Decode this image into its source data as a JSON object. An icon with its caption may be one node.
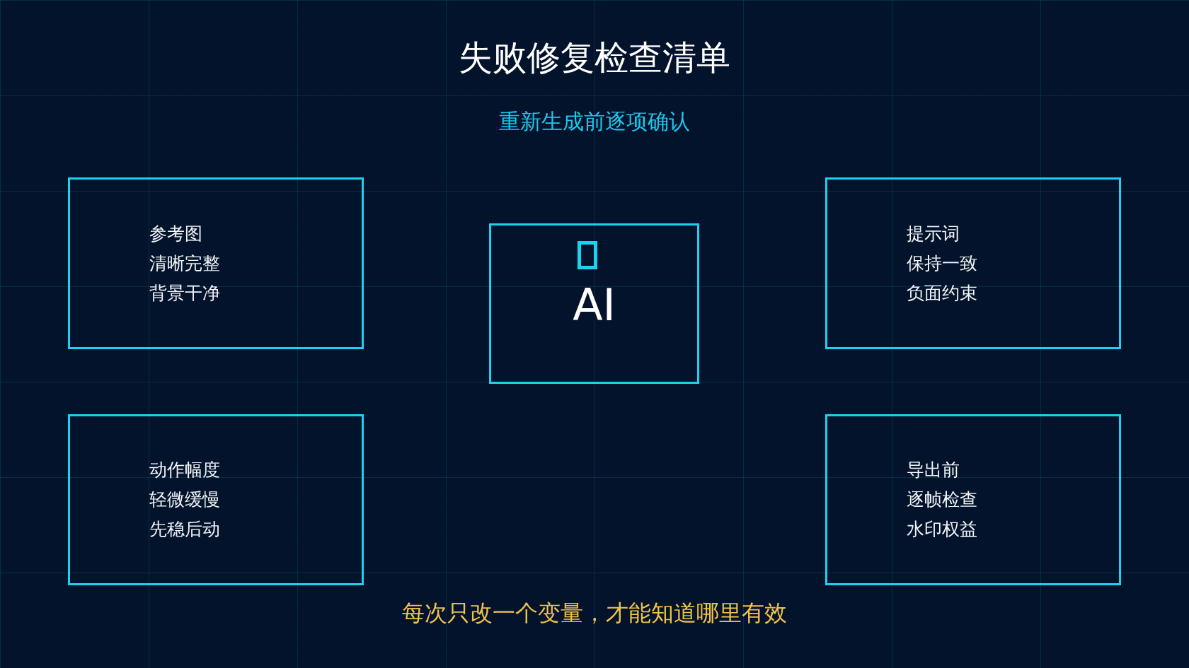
{
  "diagram": {
    "title": "失败修复检查清单",
    "nodes": [
      {
        "text": [
          "参考图",
          "清晰完整",
          "背景干净"
        ]
      },
      {
        "text": [
          "AI"
        ]
      },
      {
        "text": [
          "提示词",
          "保持一致",
          "负面约束"
        ]
      },
      {
        "text": [
          "动作幅度",
          "轻微缓慢",
          "先稳后动"
        ]
      },
      {
        "text": [
          "导出前",
          "逐帧检查",
          "水印权益"
        ]
      }
    ],
    "labels": [
      "重新生成前逐项确认",
      "每次只改一个变量，才能知道哪里有效"
    ]
  }
}
